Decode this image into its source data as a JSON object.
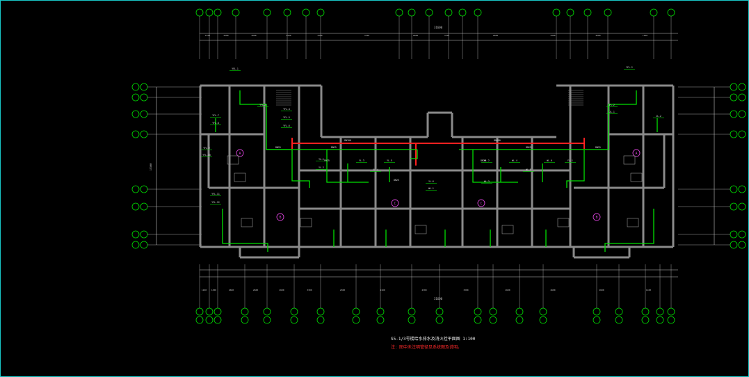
{
  "drawing": {
    "title": "S5-1/3号楼给水排水及消火栓平面图 1:100",
    "note": "注：图中未注明管径见系统图及说明。",
    "overall_dim_top": "31600",
    "overall_dim_bottom": "31600",
    "side_dim_left": "15300",
    "top_dims": [
      "1100",
      "2200",
      "2600",
      "2300",
      "2300",
      "3700",
      "2600",
      "3700",
      "2600",
      "2300",
      "2200",
      "1100"
    ],
    "bottom_dims": [
      "1100",
      "1300",
      "2600",
      "2600",
      "2600",
      "3300",
      "2300",
      "4100",
      "2300",
      "3300",
      "2600",
      "2600",
      "2600",
      "1100"
    ],
    "pipe_labels": [
      "DN100",
      "DN100",
      "DN25",
      "DN25",
      "DN25",
      "DN25",
      "DN25",
      "DN25",
      "DN25"
    ],
    "riser_labels": [
      "YFL-1",
      "YFL-2",
      "YFL-3",
      "YFL-4",
      "YFL-5",
      "YFL-6",
      "YFL-7",
      "YFL-8",
      "YFL-9",
      "YFL-10",
      "YFL-11",
      "YFL-12",
      "YL-1",
      "YL-2",
      "YL-3",
      "YL-4",
      "YL-5",
      "YL-6",
      "WL-1",
      "WL-2",
      "WL-3",
      "WL-4",
      "WL-5",
      "WL-6",
      "FL-1",
      "FL-2",
      "JL-1",
      "JL-2"
    ],
    "room_markers": [
      "A",
      "B",
      "C",
      "C",
      "B",
      "A"
    ]
  },
  "colors": {
    "background": "#000000",
    "frame": "#19c8c8",
    "wall": "#8a8a8a",
    "water_pipe": "#00e000",
    "fire_pipe": "#ff2020",
    "axis_bubble": "#00e000",
    "room_marker": "#d040d0",
    "dimension": "#c8c8c8"
  }
}
